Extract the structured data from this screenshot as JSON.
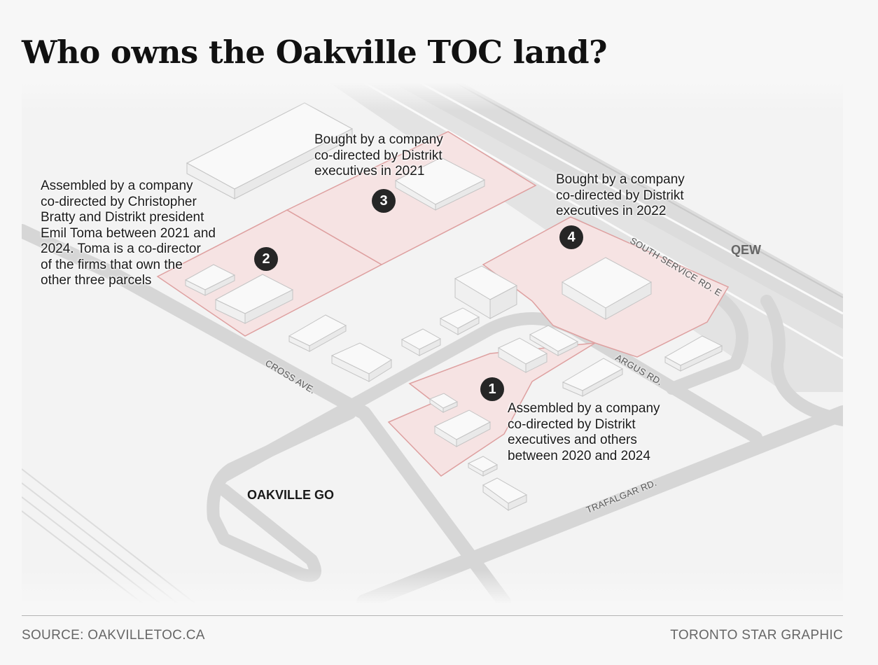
{
  "title": "Who owns the Oakville TOC land?",
  "parcels": [
    {
      "number": "1",
      "label": "Assembled by a company\nco-directed by Distrikt\nexecutives and others\nbetween 2020 and 2024"
    },
    {
      "number": "2",
      "label": "Assembled by a company\nco-directed by Christopher\nBratty and Distrikt president\nEmil Toma between 2021 and\n2024. Toma is a co-director\nof the firms that own the\nother three parcels"
    },
    {
      "number": "3",
      "label": "Bought by a company\nco-directed by Distrikt\nexecutives in 2021"
    },
    {
      "number": "4",
      "label": "Bought by a company\nco-directed by Distrikt\nexecutives in 2022"
    }
  ],
  "streets": {
    "south_service": "SOUTH SERVICE RD. E",
    "argus": "ARGUS RD.",
    "cross": "CROSS AVE.",
    "trafalgar": "TRAFALGAR RD."
  },
  "places": {
    "qew": "QEW",
    "oakville_go": "OAKVILLE GO"
  },
  "footer": {
    "source": "SOURCE: OAKVILLETOC.CA",
    "credit": "TORONTO STAR GRAPHIC"
  },
  "colors": {
    "parcel_fill": "#f7e6e6",
    "parcel_stroke": "#dc9a9a",
    "road": "#d9d9d9",
    "badge": "#262626"
  }
}
